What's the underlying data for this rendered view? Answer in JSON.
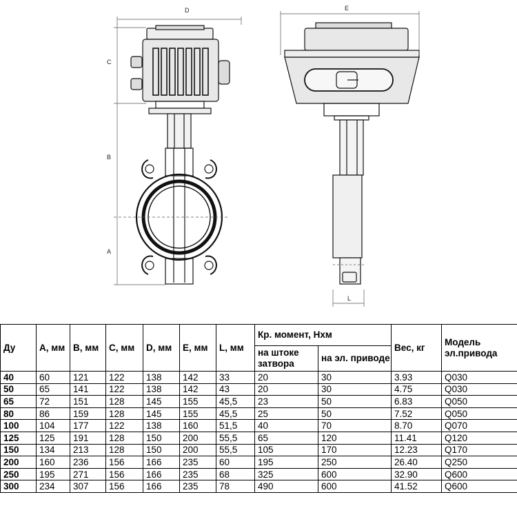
{
  "drawing": {
    "dim_labels": {
      "D": "D",
      "E": "E",
      "C": "C",
      "B": "B",
      "A": "A",
      "L": "L"
    }
  },
  "table": {
    "headers": {
      "du": "Ду",
      "a": "A, мм",
      "b": "B, мм",
      "c": "C, мм",
      "d": "D, мм",
      "e": "E, мм",
      "l": "L, мм",
      "torque_group": "Кр. момент, Нхм",
      "torque_shaft": "на штоке затвора",
      "torque_drive": "на эл. приводе",
      "weight": "Вес, кг",
      "model": "Модель эл.привода"
    },
    "rows": [
      [
        "40",
        "60",
        "121",
        "122",
        "138",
        "142",
        "33",
        "20",
        "30",
        "3.93",
        "Q030"
      ],
      [
        "50",
        "65",
        "141",
        "122",
        "138",
        "142",
        "43",
        "20",
        "30",
        "4.75",
        "Q030"
      ],
      [
        "65",
        "72",
        "151",
        "128",
        "145",
        "155",
        "45,5",
        "23",
        "50",
        "6.83",
        "Q050"
      ],
      [
        "80",
        "86",
        "159",
        "128",
        "145",
        "155",
        "45,5",
        "25",
        "50",
        "7.52",
        "Q050"
      ],
      [
        "100",
        "104",
        "177",
        "122",
        "138",
        "160",
        "51,5",
        "40",
        "70",
        "8.70",
        "Q070"
      ],
      [
        "125",
        "125",
        "191",
        "128",
        "150",
        "200",
        "55,5",
        "65",
        "120",
        "11.41",
        "Q120"
      ],
      [
        "150",
        "134",
        "213",
        "128",
        "150",
        "200",
        "55,5",
        "105",
        "170",
        "12.23",
        "Q170"
      ],
      [
        "200",
        "160",
        "236",
        "156",
        "166",
        "235",
        "60",
        "195",
        "250",
        "26.40",
        "Q250"
      ],
      [
        "250",
        "195",
        "271",
        "156",
        "166",
        "235",
        "68",
        "325",
        "600",
        "32.90",
        "Q600"
      ],
      [
        "300",
        "234",
        "307",
        "156",
        "166",
        "235",
        "78",
        "490",
        "600",
        "41.52",
        "Q600"
      ]
    ]
  }
}
